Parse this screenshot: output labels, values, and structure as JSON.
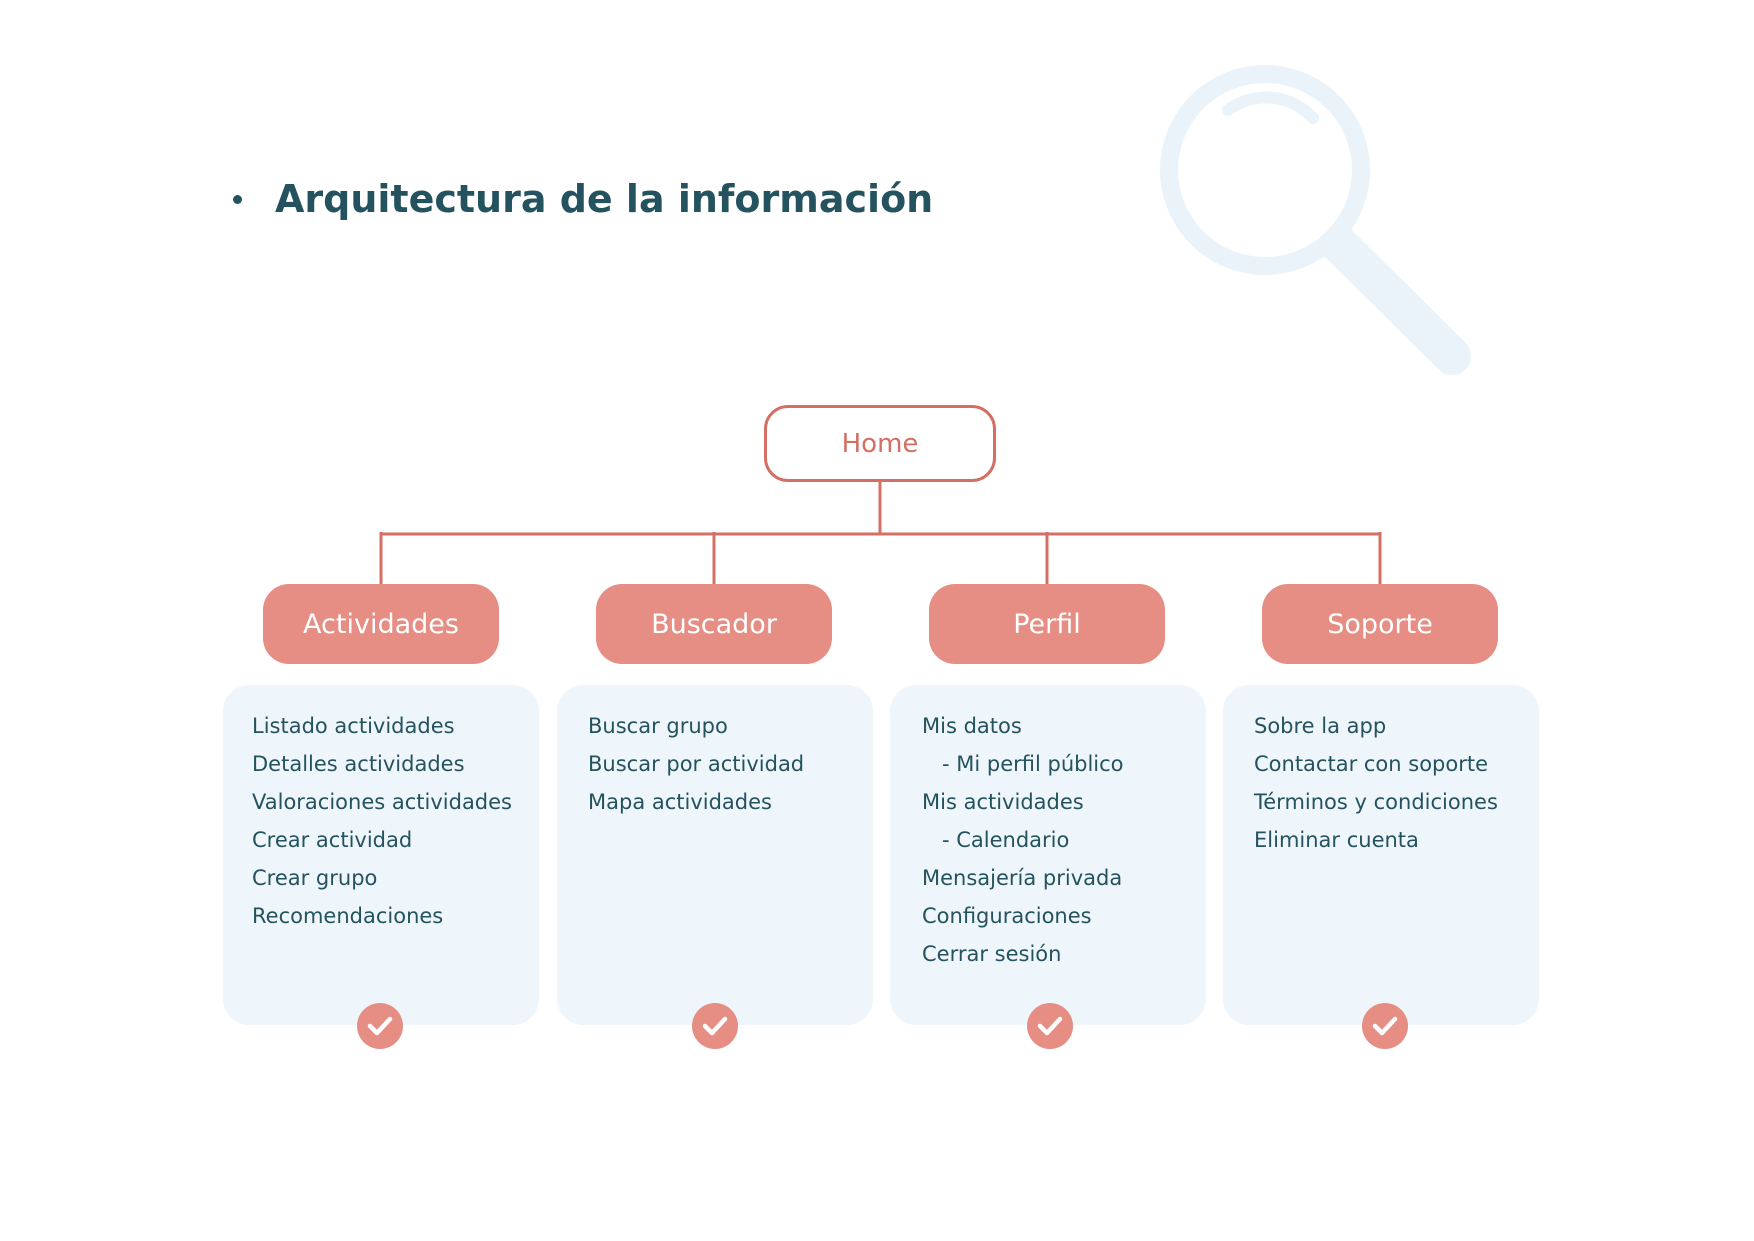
{
  "title": "Arquitectura de la información",
  "colors": {
    "title": "#24535f",
    "accent": "#e68d84",
    "accent_dark": "#d46f64",
    "card_bg": "#eff6fb",
    "watermark": "#eaf3fa"
  },
  "decoration": {
    "watermark_icon": "magnifying-glass-icon",
    "bullet_icon": "bullet-dot-icon",
    "check_icon": "check-circle-icon"
  },
  "root": {
    "label": "Home"
  },
  "sections": [
    {
      "label": "Actividades",
      "items": [
        {
          "text": "Listado actividades",
          "sub": false
        },
        {
          "text": "Detalles actividades",
          "sub": false
        },
        {
          "text": "Valoraciones actividades",
          "sub": false
        },
        {
          "text": "Crear actividad",
          "sub": false
        },
        {
          "text": "Crear grupo",
          "sub": false
        },
        {
          "text": "Recomendaciones",
          "sub": false
        }
      ]
    },
    {
      "label": "Buscador",
      "items": [
        {
          "text": "Buscar grupo",
          "sub": false
        },
        {
          "text": "Buscar por actividad",
          "sub": false
        },
        {
          "text": "Mapa actividades",
          "sub": false
        }
      ]
    },
    {
      "label": "Perfil",
      "items": [
        {
          "text": "Mis datos",
          "sub": false
        },
        {
          "text": "- Mi perfil público",
          "sub": true
        },
        {
          "text": "Mis actividades",
          "sub": false
        },
        {
          "text": "- Calendario",
          "sub": true
        },
        {
          "text": "Mensajería privada",
          "sub": false
        },
        {
          "text": "Configuraciones",
          "sub": false
        },
        {
          "text": "Cerrar sesión",
          "sub": false
        }
      ]
    },
    {
      "label": "Soporte",
      "items": [
        {
          "text": "Sobre la app",
          "sub": false
        },
        {
          "text": "Contactar con soporte",
          "sub": false
        },
        {
          "text": "Términos y condiciones",
          "sub": false
        },
        {
          "text": "Eliminar cuenta",
          "sub": false
        }
      ]
    }
  ]
}
